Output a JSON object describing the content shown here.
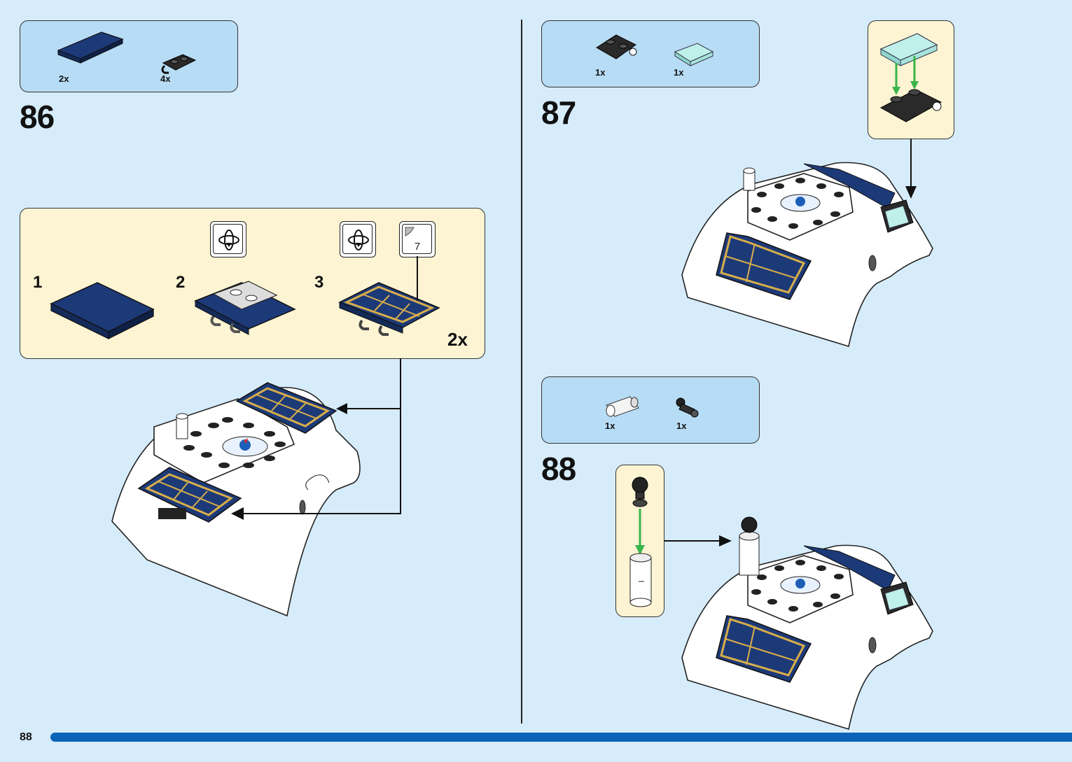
{
  "page_number": "88",
  "steps": [
    {
      "number": "86",
      "parts": [
        {
          "qty": "2x",
          "icon": "dark-blue-tile-icon"
        },
        {
          "qty": "4x",
          "icon": "black-clip-plate-icon"
        }
      ],
      "substeps": [
        {
          "number": "1"
        },
        {
          "number": "2"
        },
        {
          "number": "3"
        }
      ],
      "page_ref": "7",
      "multiplier": "2x"
    },
    {
      "number": "87",
      "parts": [
        {
          "qty": "1x",
          "icon": "black-plate-bar-holder-icon"
        },
        {
          "qty": "1x",
          "icon": "trans-light-blue-tile-icon"
        }
      ]
    },
    {
      "number": "88",
      "parts": [
        {
          "qty": "1x",
          "icon": "white-pin-connector-icon"
        },
        {
          "qty": "1x",
          "icon": "black-tow-ball-pin-icon"
        }
      ]
    }
  ],
  "colors": {
    "page_background": "#d6ecfb",
    "parts_list": "#b7dcf5",
    "sub_assembly": "#fdf4d3",
    "footer_bar": "#0b63b7",
    "dark_blue": "#1d3a78",
    "gold": "#d8ae4a",
    "trans_light_blue": "#bff0ea",
    "arrow_green": "#39b54a"
  }
}
